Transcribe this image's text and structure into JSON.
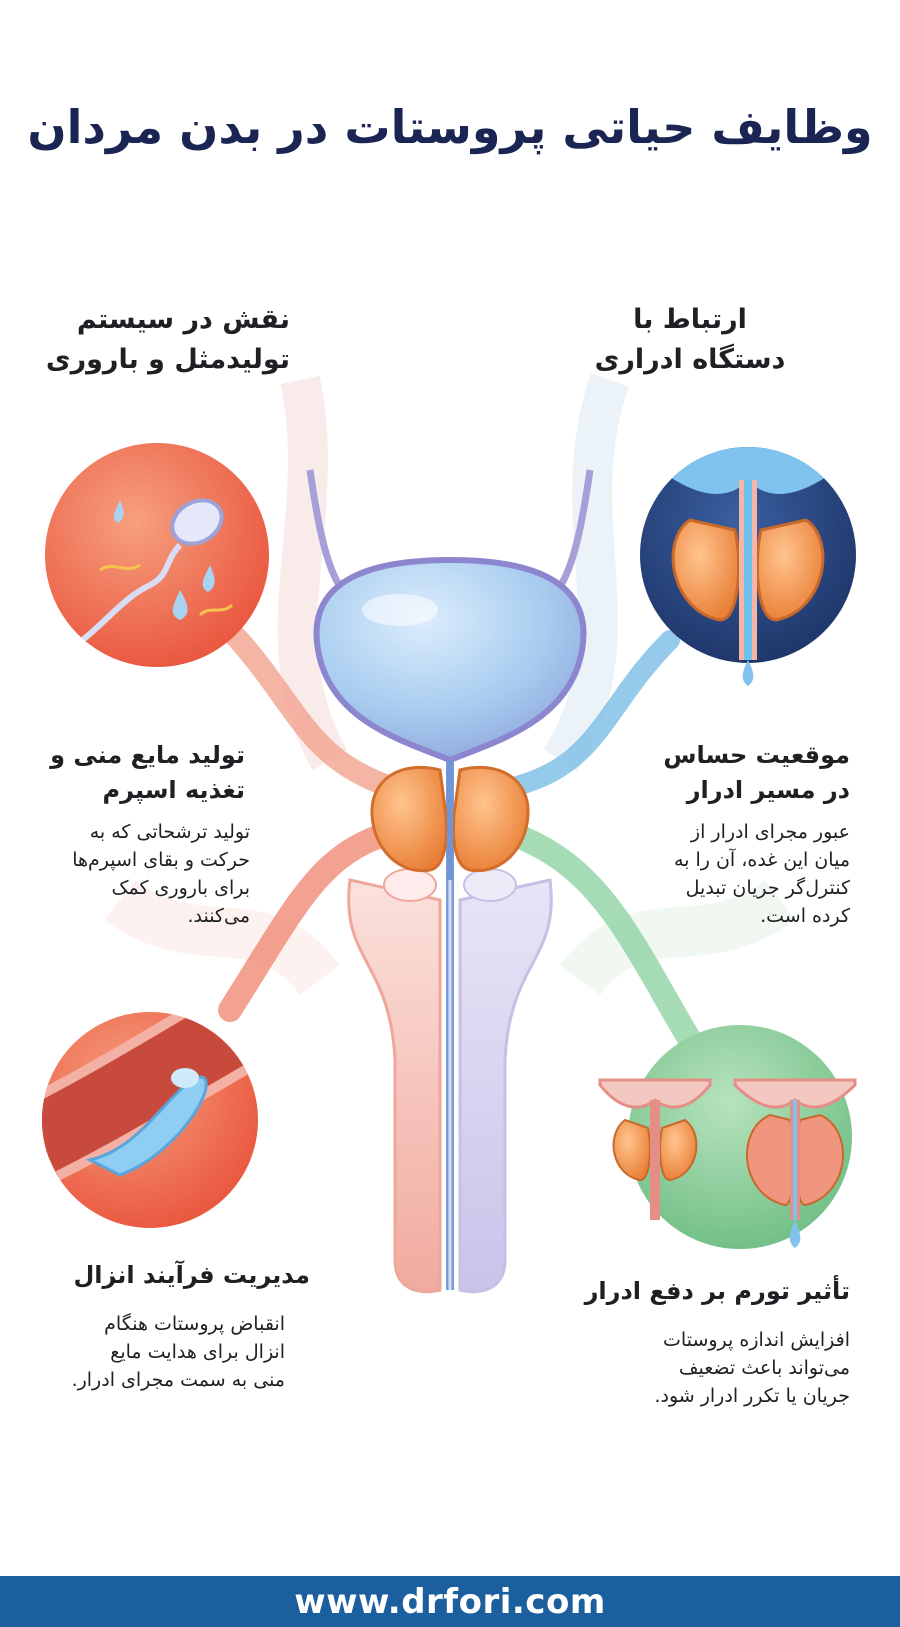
{
  "title": "وظایف حیاتی پروستات در بدن مردان",
  "sections": {
    "urinary_link": {
      "heading_line1": "ارتباط با",
      "heading_line2": "دستگاه ادراری"
    },
    "reproductive_role": {
      "heading_line1": "نقش در سیستم",
      "heading_line2": "تولیدمثل و باروری"
    }
  },
  "features": {
    "semen_production": {
      "title_line1": "تولید مایع منی و",
      "title_line2": "تغذیه اسپرم",
      "body_lines": [
        "تولید ترشحاتی که به",
        "حرکت و بقای اسپرم‌ها",
        "برای باروری کمک",
        "می‌کنند."
      ]
    },
    "urinary_position": {
      "title_line1": "موقعیت حساس",
      "title_line2": "در مسیر ادرار",
      "body_lines": [
        "عبور مجرای ادرار از",
        "میان این غده، آن را به",
        "کنترل‌گر جریان تبدیل",
        "کرده است."
      ]
    },
    "ejaculation": {
      "title": "مدیریت فرآیند انزال",
      "body_lines": [
        "انقباض پروستات هنگام",
        "انزال برای هدایت مایع",
        "منی به سمت مجرای ادرار."
      ]
    },
    "swelling_effect": {
      "title": "تأثیر تورم بر دفع ادرار",
      "body_lines": [
        "افزایش اندازه پروستات",
        "می‌تواند باعث تضعیف",
        "جریان یا تکرر ادرار شود."
      ]
    }
  },
  "footer": {
    "url": "www.drfori.com"
  },
  "colors": {
    "title": "#1b2553",
    "footer_bg": "#1b5f9e",
    "bladder": "#a9cdf0",
    "prostate": "#f2924a",
    "red_circle": "#ef6a4d",
    "navy_circle": "#233f78",
    "green_circle": "#8fcf9a"
  }
}
